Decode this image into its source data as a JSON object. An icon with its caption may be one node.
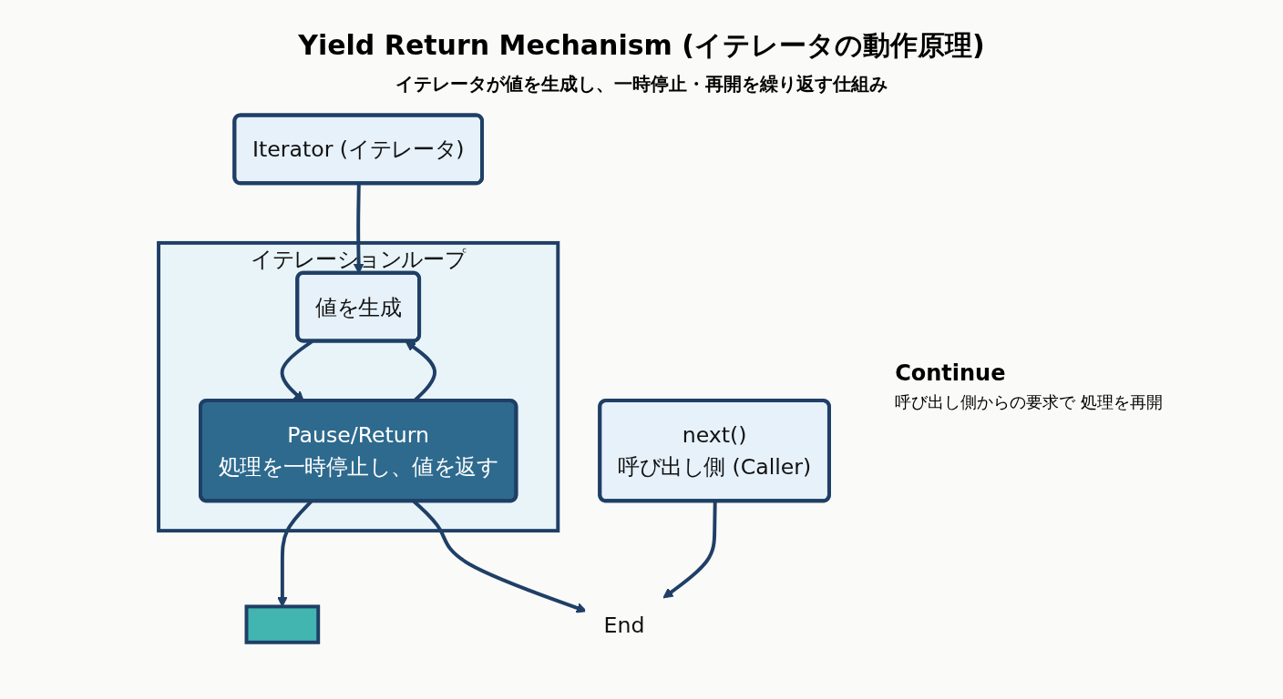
{
  "diagram": {
    "title": "Yield Return Mechanism (イテレータの動作原理)",
    "caption": "イテレータが値を生成し、一時停止・再開を繰り返す仕組み",
    "nodes": [
      {
        "text": [
          "Iterator (イテレータ)"
        ]
      },
      {
        "text": [
          "イテレーションループ"
        ]
      },
      {
        "text": [
          "値を生成"
        ],
        "in": 1
      },
      {
        "text": [
          "Pause/Return",
          "処理を一時停止し、値を返す"
        ],
        "in": 1
      },
      {
        "text": [],
        "shape": "box"
      },
      {
        "text": [
          "next()",
          "呼び出し側 (Caller)"
        ]
      },
      {
        "text": [
          "End"
        ]
      }
    ],
    "edges": [
      {
        "from": 0,
        "to": 2,
        "arrow": "to"
      },
      {
        "from": 2,
        "to": 3,
        "arrow": "to"
      },
      {
        "from": 3,
        "to": 4,
        "arrow": "to"
      },
      {
        "from": 3,
        "to": 2,
        "arrow": "to"
      },
      {
        "from": 5,
        "to": 6,
        "arrow": "to"
      },
      {
        "from": 3,
        "to": 6,
        "arrow": "to"
      }
    ],
    "labels": [
      "Continue",
      "呼び出し側からの要求で 処理を再開"
    ]
  }
}
